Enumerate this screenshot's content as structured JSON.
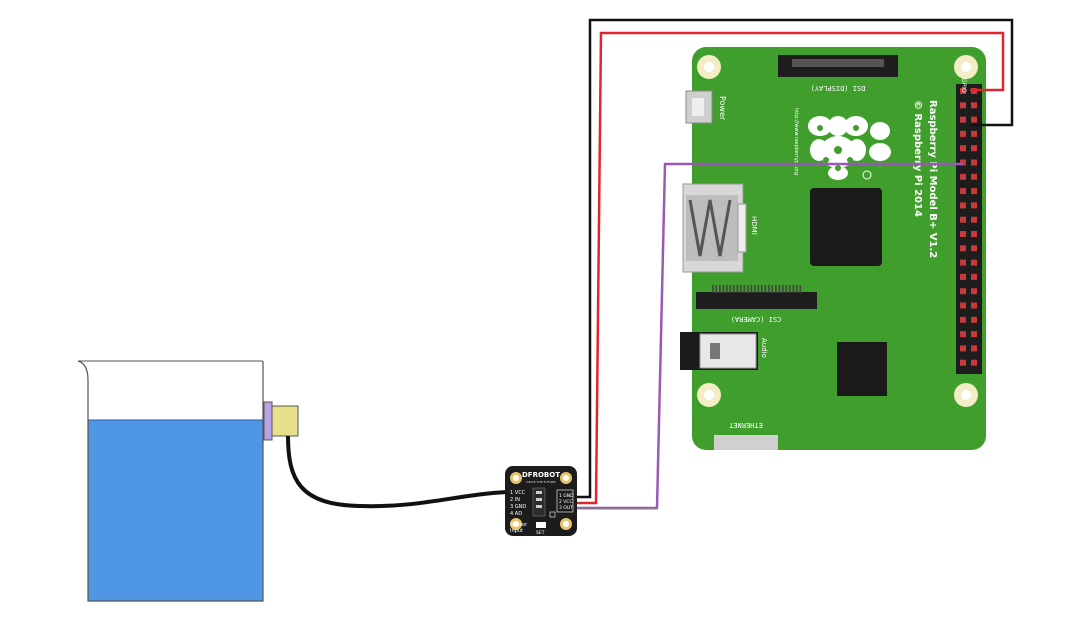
{
  "rpi": {
    "model_label": "Raspberry Pi Model B+ V1.2",
    "copyright_label": "© Raspberry Pi 2014",
    "dsi_label": "DSI (DISPLAY)",
    "csi_label": "CSI (CAMERA)",
    "power_label": "Power",
    "hdmi_label": "HDMI",
    "audio_label": "Audio",
    "gpio_label": "GPIO",
    "ethernet_label": "ETHERNET",
    "url_label": "http://www.raspberrypi.org",
    "board_color": "#3f9e2c"
  },
  "sensor": {
    "brand": "DFROBOT",
    "tagline": "DRIVE THE FUTURE",
    "left_pins": [
      "1 VCC",
      "2 IN",
      "3 GND",
      "4 AD"
    ],
    "right_pins": [
      "1 GND",
      "2 VCC",
      "3 OUT"
    ],
    "sensor_label": "Sensor",
    "input_label": "Input",
    "set_label": "SET"
  },
  "wires": {
    "red": "#e0262d",
    "black": "#111111",
    "purple": "#9b59b6"
  },
  "beaker": {
    "water_color": "#4f96e5"
  }
}
